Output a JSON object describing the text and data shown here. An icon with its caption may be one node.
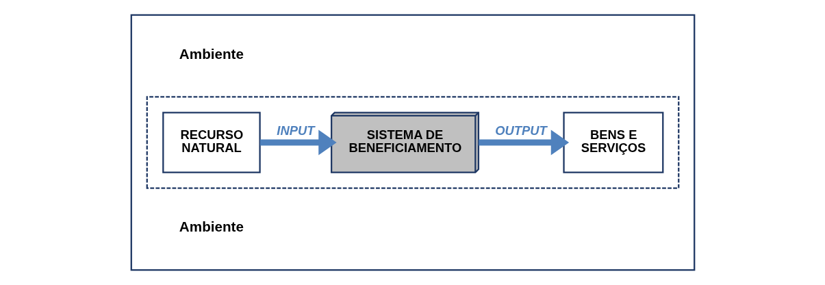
{
  "diagram": {
    "nodes": [
      {
        "text": [],
        "shape": "box"
      },
      {
        "text": [],
        "shape": "box",
        "in": 0
      },
      {
        "text": [
          "RECURSO NATURAL"
        ],
        "in": 1
      },
      {
        "text": [
          "SISTEMA DE BENEFICIAMENTO"
        ],
        "in": 1
      },
      {
        "text": [
          "BENS E SERVIÇOS"
        ],
        "in": 1
      }
    ],
    "edges": [
      {
        "from": 2,
        "to": 3,
        "arrow": "to",
        "label": "INPUT"
      },
      {
        "from": 3,
        "to": 4,
        "arrow": "to",
        "label": "OUTPUT"
      }
    ],
    "labels": [
      "Ambiente",
      "Ambiente"
    ]
  }
}
